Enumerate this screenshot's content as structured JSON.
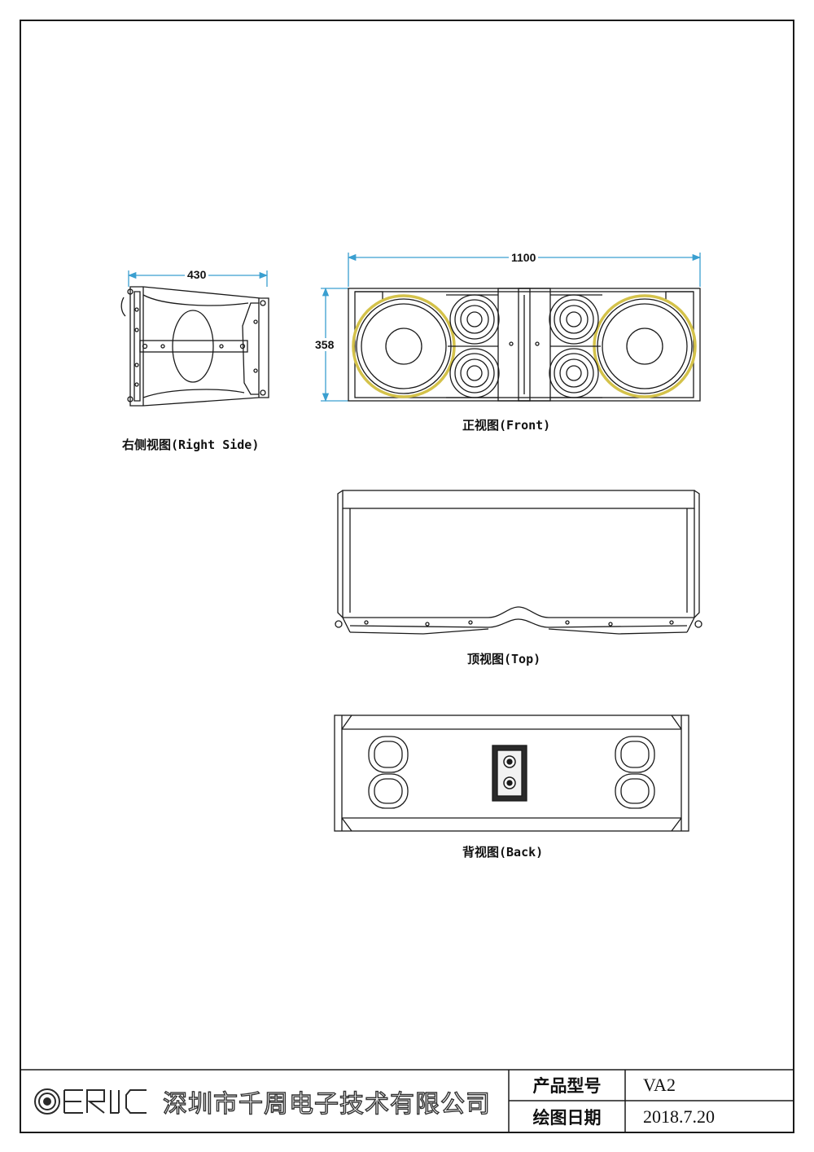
{
  "views": {
    "right_side": {
      "caption": "右侧视图(Right Side)",
      "width_dim": "430"
    },
    "front": {
      "caption": "正视图(Front)",
      "width_dim": "1100",
      "height_dim": "358"
    },
    "top": {
      "caption": "顶视图(Top)"
    },
    "back": {
      "caption": "背视图(Back)"
    }
  },
  "title_block": {
    "logo_text": "ERIC",
    "company": "深圳市千周电子技术有限公司",
    "model_label": "产品型号",
    "model_value": "VA2",
    "date_label": "绘图日期",
    "date_value": "2018.7.20"
  },
  "colors": {
    "line": "#1a1a1a",
    "dimension": "#3a9fd0",
    "woofer_ring": "#d4c24a"
  }
}
